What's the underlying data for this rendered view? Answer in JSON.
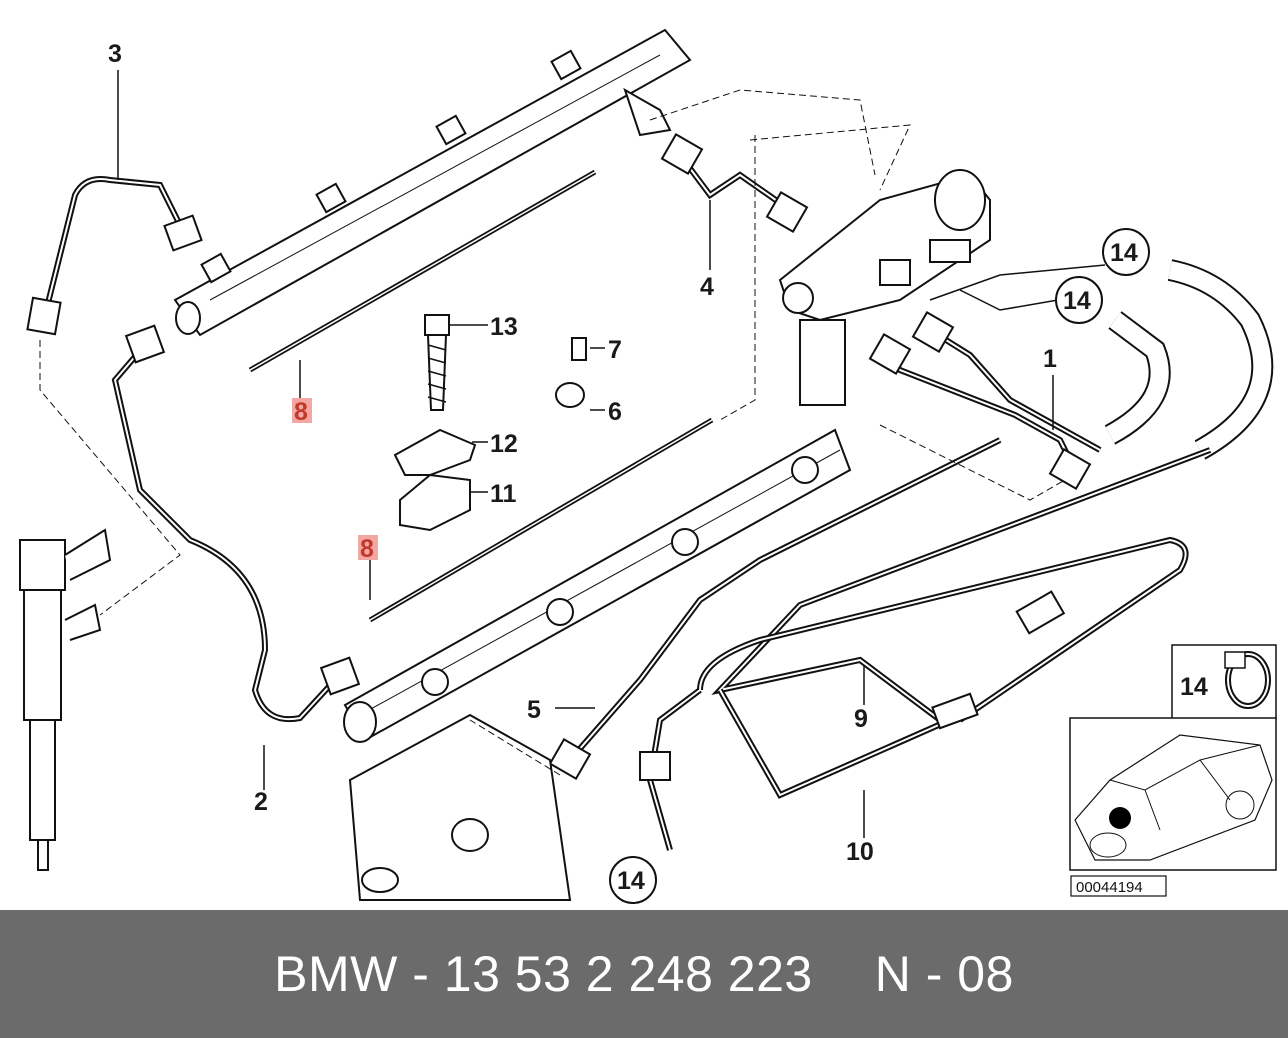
{
  "diagram": {
    "callouts": {
      "c1": "1",
      "c2": "2",
      "c3": "3",
      "c4": "4",
      "c5": "5",
      "c6": "6",
      "c7": "7",
      "c8a": "8",
      "c8b": "8",
      "c9": "9",
      "c10": "10",
      "c11": "11",
      "c12": "12",
      "c13": "13",
      "c14a": "14",
      "c14b": "14",
      "c14c": "14",
      "c14d": "14"
    },
    "highlight_color": "#f2a7a2",
    "reference_number": "00044194"
  },
  "footer": {
    "brand": "BMW",
    "separator": "-",
    "part_number": "13 53 2 248 223",
    "diagram_code": "N - 08"
  }
}
